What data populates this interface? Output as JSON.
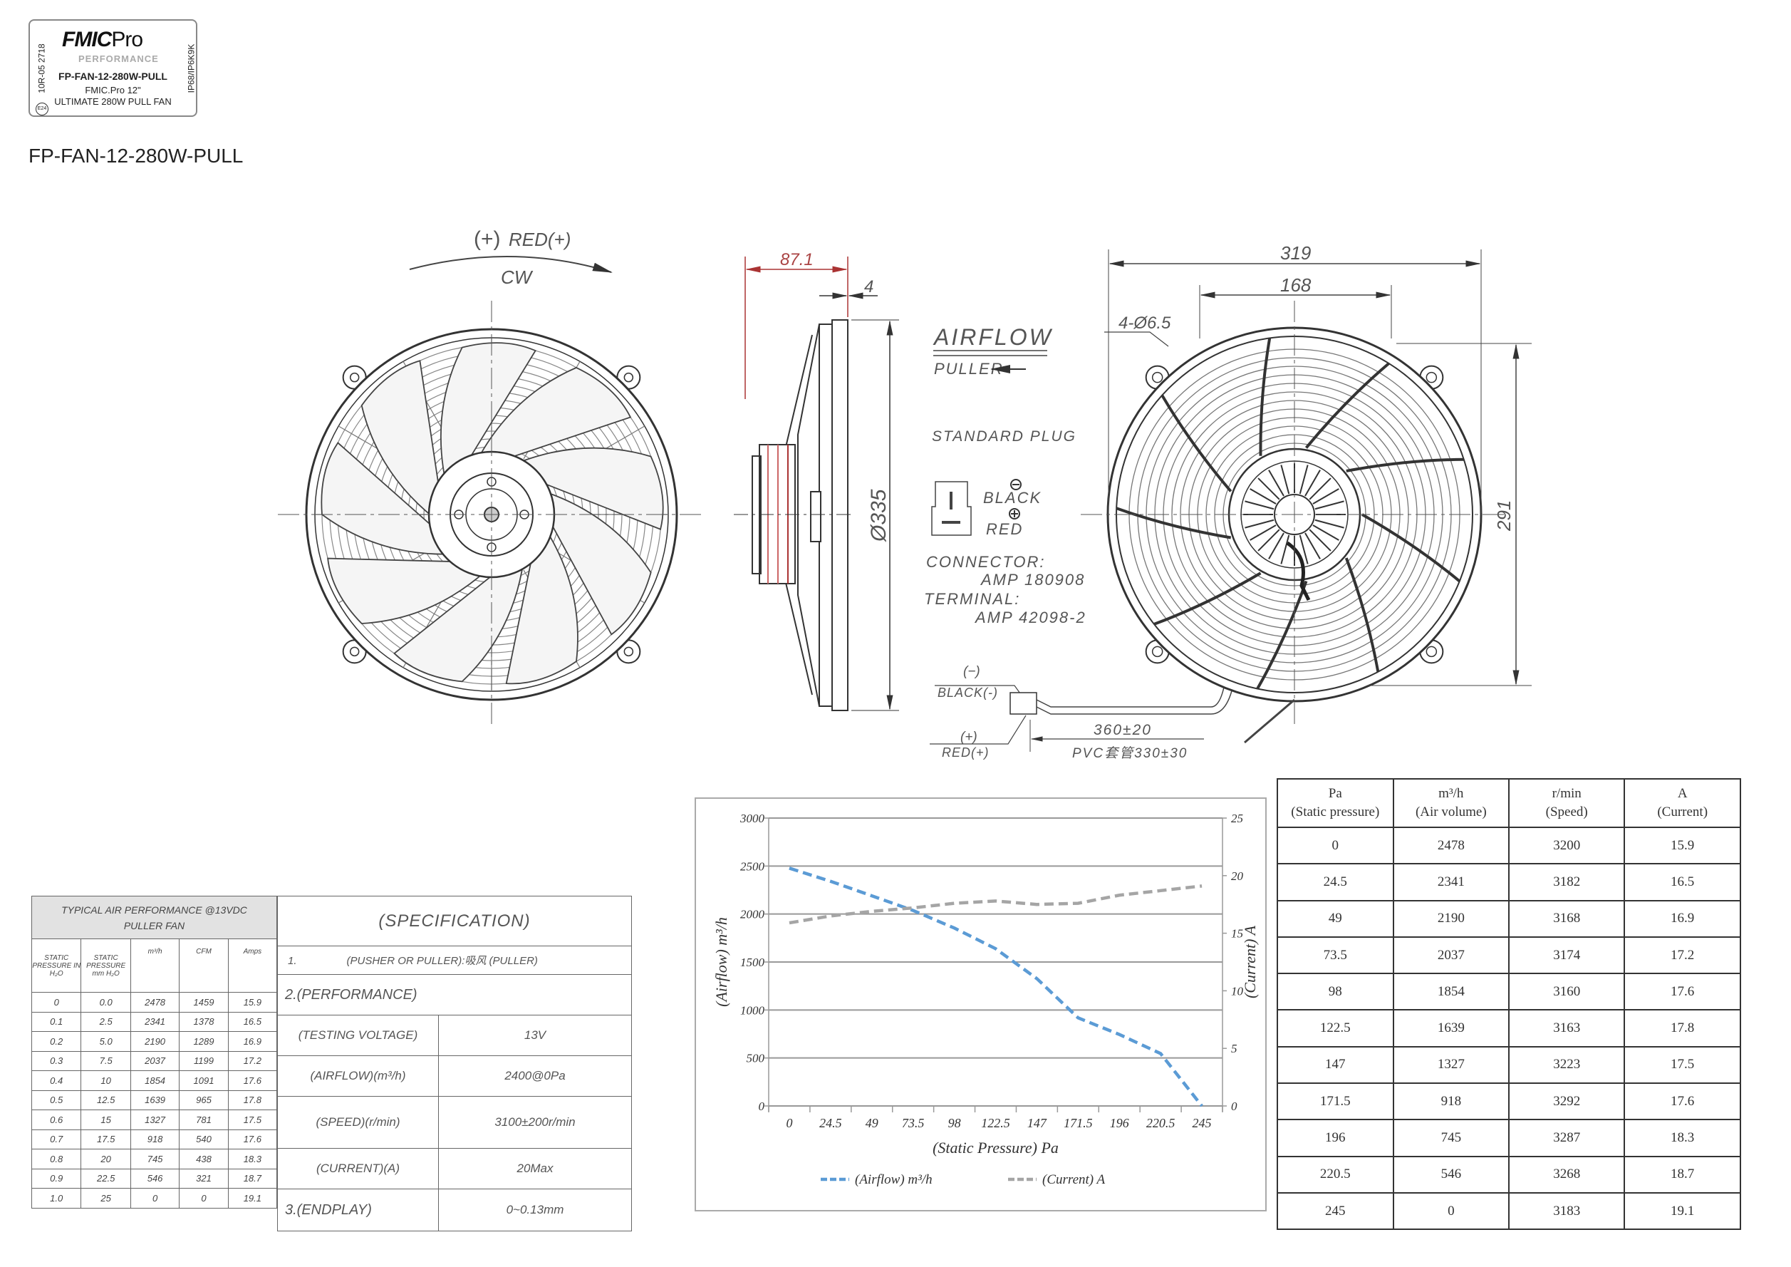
{
  "label": {
    "brand": "FMIC",
    "brand_suffix": "Pro",
    "sub": "PERFORMANCE",
    "part": "FP-FAN-12-280W-PULL",
    "line1": "FMIC.Pro 12\"",
    "line2": "ULTIMATE 280W PULL FAN",
    "approval": "10R-05 2718",
    "emark": "E24",
    "ip": "IP68/IP6K9K"
  },
  "title": "FP-FAN-12-280W-PULL",
  "drawing": {
    "rotation_plus": "(+)",
    "rotation_red": "RED(+)",
    "rotation_dir": "CW",
    "dim_depth": "87.1",
    "dim_flange": "4",
    "dim_diameter": "Ø335",
    "dim_width": "319",
    "dim_mount": "168",
    "dim_holes": "4-Ø6.5",
    "dim_height": "291",
    "airflow": "AIRFLOW",
    "puller": "PULLER",
    "plug_title": "STANDARD PLUG",
    "plug_black": "BLACK",
    "plug_red": "RED",
    "connector_label": "CONNECTOR:",
    "connector_value": "AMP 180908",
    "terminal_label": "TERMINAL:",
    "terminal_value": "AMP 42098-2",
    "wire_neg": "(−)",
    "wire_black": "BLACK(-)",
    "wire_pos": "(+)",
    "wire_red": "RED(+)",
    "wire_length": "360±20",
    "wire_sleeve": "PVC套管330±30"
  },
  "perf_table": {
    "title1": "TYPICAL AIR PERFORMANCE @13VDC",
    "title2": "PULLER FAN",
    "headers": [
      "STATIC PRESSURE IN H₂O",
      "STATIC PRESSURE mm H₂O",
      "m³/h",
      "CFM",
      "Amps"
    ],
    "rows": [
      [
        "0",
        "0.0",
        "2478",
        "1459",
        "15.9"
      ],
      [
        "0.1",
        "2.5",
        "2341",
        "1378",
        "16.5"
      ],
      [
        "0.2",
        "5.0",
        "2190",
        "1289",
        "16.9"
      ],
      [
        "0.3",
        "7.5",
        "2037",
        "1199",
        "17.2"
      ],
      [
        "0.4",
        "10",
        "1854",
        "1091",
        "17.6"
      ],
      [
        "0.5",
        "12.5",
        "1639",
        "965",
        "17.8"
      ],
      [
        "0.6",
        "15",
        "1327",
        "781",
        "17.5"
      ],
      [
        "0.7",
        "17.5",
        "918",
        "540",
        "17.6"
      ],
      [
        "0.8",
        "20",
        "745",
        "438",
        "18.3"
      ],
      [
        "0.9",
        "22.5",
        "546",
        "321",
        "18.7"
      ],
      [
        "1.0",
        "25",
        "0",
        "0",
        "19.1"
      ]
    ]
  },
  "spec": {
    "title": "(SPECIFICATION)",
    "item1_num": "1.",
    "item1": "(PUSHER OR PULLER):吸风 (PULLER)",
    "item2": "2.(PERFORMANCE)",
    "rows": [
      [
        "(TESTING VOLTAGE)",
        "13V"
      ],
      [
        "(AIRFLOW)(m³/h)",
        "2400@0Pa"
      ],
      [
        "(SPEED)(r/min)",
        "3100±200r/min"
      ],
      [
        "(CURRENT)(A)",
        "20Max"
      ]
    ],
    "item3": "3.(ENDPLAY)",
    "item3_value": "0~0.13mm"
  },
  "chart_data": {
    "type": "line",
    "categories": [
      "0",
      "24.5",
      "49",
      "73.5",
      "98",
      "122.5",
      "147",
      "171.5",
      "196",
      "220.5",
      "245"
    ],
    "series": [
      {
        "name": "(Airflow) m³/h",
        "axis": "left",
        "color": "#5b9bd5",
        "values": [
          2478,
          2341,
          2190,
          2037,
          1854,
          1639,
          1327,
          918,
          745,
          546,
          0
        ]
      },
      {
        "name": "(Current) A",
        "axis": "right",
        "color": "#a5a5a5",
        "values": [
          15.9,
          16.5,
          16.9,
          17.2,
          17.6,
          17.8,
          17.5,
          17.6,
          18.3,
          18.7,
          19.1
        ]
      }
    ],
    "xlabel": "(Static Pressure) Pa",
    "ylabel": "(Airflow) m³/h",
    "y2label": "(Current) A",
    "ylim": [
      0,
      3000
    ],
    "y2lim": [
      0,
      25
    ],
    "yticks": [
      "0",
      "500",
      "1000",
      "1500",
      "2000",
      "2500",
      "3000"
    ],
    "y2ticks": [
      "0",
      "5",
      "10",
      "15",
      "20",
      "25"
    ],
    "grid": true,
    "legend": "bottom"
  },
  "right_table": {
    "headers": [
      [
        "Pa",
        "(Static pressure)"
      ],
      [
        "m³/h",
        "(Air volume)"
      ],
      [
        "r/min",
        "(Speed)"
      ],
      [
        "A",
        "(Current)"
      ]
    ],
    "rows": [
      [
        "0",
        "2478",
        "3200",
        "15.9"
      ],
      [
        "24.5",
        "2341",
        "3182",
        "16.5"
      ],
      [
        "49",
        "2190",
        "3168",
        "16.9"
      ],
      [
        "73.5",
        "2037",
        "3174",
        "17.2"
      ],
      [
        "98",
        "1854",
        "3160",
        "17.6"
      ],
      [
        "122.5",
        "1639",
        "3163",
        "17.8"
      ],
      [
        "147",
        "1327",
        "3223",
        "17.5"
      ],
      [
        "171.5",
        "918",
        "3292",
        "17.6"
      ],
      [
        "196",
        "745",
        "3287",
        "18.3"
      ],
      [
        "220.5",
        "546",
        "3268",
        "18.7"
      ],
      [
        "245",
        "0",
        "3183",
        "19.1"
      ]
    ]
  }
}
